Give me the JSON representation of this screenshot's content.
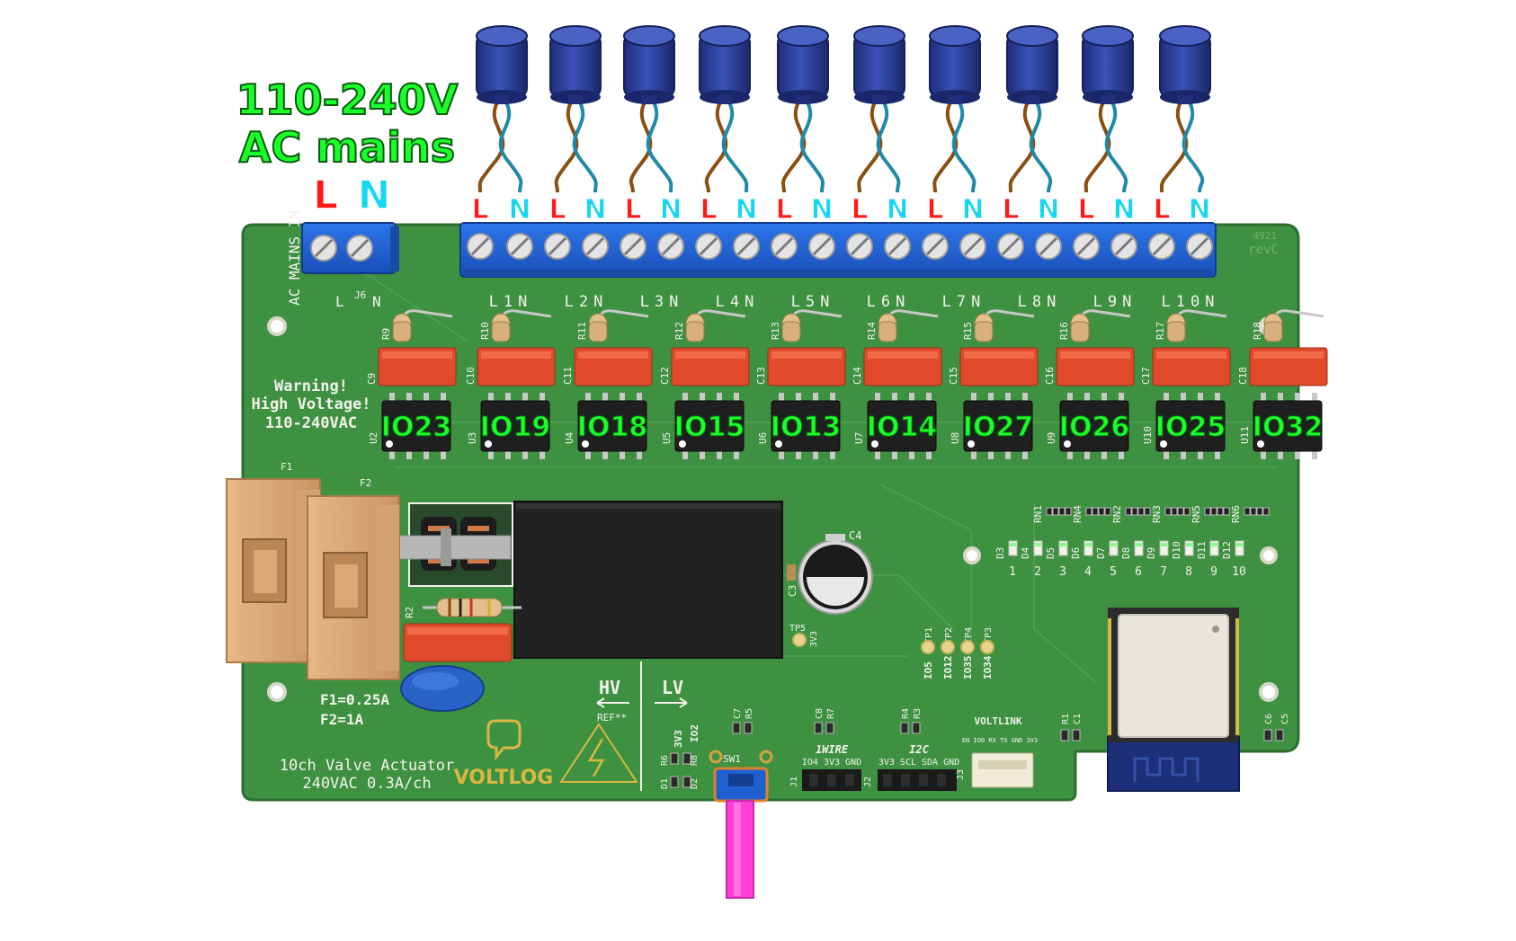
{
  "mains_label": {
    "line1": "110-240V",
    "line2": "AC mains",
    "l": "L",
    "n": "N"
  },
  "channel_terminals": {
    "l": "L",
    "n": "N"
  },
  "mains_connector": {
    "ref": "J6",
    "side_label": "AC MAINS IN",
    "l": "L",
    "n": "N"
  },
  "board_revision": {
    "code": "4921",
    "rev": "revC"
  },
  "channel_pin_labels": [
    "L1N",
    "L2N",
    "L3N",
    "L4N",
    "L5N",
    "L6N",
    "L7N",
    "L8N",
    "L9N",
    "L10N"
  ],
  "resistors_top": [
    "R9",
    "R10",
    "R11",
    "R12",
    "R13",
    "R14",
    "R15",
    "R16",
    "R17",
    "R18"
  ],
  "capacitors": [
    "C9",
    "C10",
    "C11",
    "C12",
    "C13",
    "C14",
    "C15",
    "C16",
    "C17",
    "C18"
  ],
  "optocouplers": [
    "U2",
    "U3",
    "U4",
    "U5",
    "U6",
    "U7",
    "U8",
    "U9",
    "U10",
    "U11"
  ],
  "gpio_labels": [
    "IO23",
    "IO19",
    "IO18",
    "IO15",
    "IO13",
    "IO14",
    "IO27",
    "IO26",
    "IO25",
    "IO32"
  ],
  "warning": {
    "line1": "Warning!",
    "line2": "High Voltage!",
    "line3": "110-240VAC"
  },
  "fuses": {
    "f1_ref": "F1",
    "f2_ref": "F2",
    "rating_1": "F1=0.25A",
    "rating_2": "F2=1A"
  },
  "misc_refs": {
    "r2": "R2",
    "c4": "C4",
    "c3": "C3",
    "tp5": "TP5",
    "tp5_net": "3V3"
  },
  "resistor_networks": [
    "RN1",
    "RN4",
    "RN2",
    "RN3",
    "RN5",
    "RN6"
  ],
  "leds": {
    "refs": [
      "D3",
      "D4",
      "D5",
      "D6",
      "D7",
      "D8",
      "D9",
      "D10",
      "D11",
      "D12"
    ],
    "numbers": [
      "1",
      "2",
      "3",
      "4",
      "5",
      "6",
      "7",
      "8",
      "9",
      "10"
    ]
  },
  "test_points": {
    "refs": [
      "TP1",
      "TP2",
      "TP4",
      "TP3"
    ],
    "nets": [
      "IO5",
      "IO12",
      "IO35",
      "IO34"
    ]
  },
  "hv_lv": {
    "hv": "HV",
    "lv": "LV",
    "ref": "REF**"
  },
  "bottom_refs": {
    "c7": "C7",
    "r5": "R5",
    "c8": "C8",
    "r7": "R7",
    "r4": "R4",
    "r3": "R3",
    "r1": "R1",
    "c1": "C1",
    "c6": "C6",
    "c5": "C5",
    "r6": "R6",
    "r8": "R8",
    "d1": "D1",
    "d2": "D2",
    "sw1": "SW1",
    "net_3v3": "3V3",
    "net_io2": "IO2"
  },
  "onewire": {
    "title": "1WIRE",
    "pins": "IO4 3V3 GND",
    "ref": "J1"
  },
  "i2c": {
    "title": "I2C",
    "pins": "3V3 SCL SDA GND",
    "ref": "J2"
  },
  "voltlink": {
    "title": "VOLTLINK",
    "ref": "J3",
    "pins": "EN IO0 RX TX GND 3V3"
  },
  "logo": {
    "text": "VOLTLOG"
  },
  "product": {
    "line1": "10ch Valve Actuator",
    "line2": "240VAC 0.3A/ch"
  },
  "colors": {
    "pcb": "#3f9142",
    "pcb_edge": "#2f7a34",
    "terminal": "#1f5fd0",
    "silk": "#f2f2ea",
    "gpio_label": "#1aff2a",
    "red": "#ff1a1a",
    "cyan": "#16d7f2",
    "actuator": "#2c3f9a",
    "chip": "#1f1f1f",
    "cap": "#e04a2a",
    "esp_shield": "#e9e6de",
    "esp_antenna": "#1c2f78",
    "cable": "#ff3fd8"
  }
}
